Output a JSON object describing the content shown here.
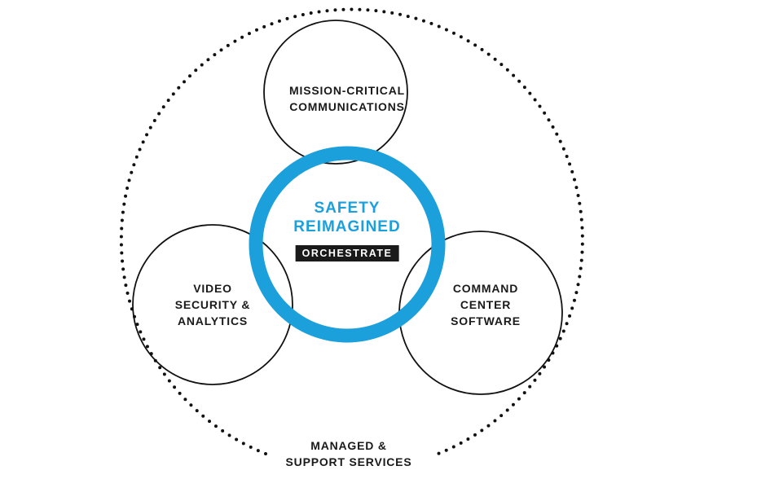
{
  "diagram": {
    "center": {
      "title_line1": "SAFETY",
      "title_line2": "REIMAGINED",
      "tag": "ORCHESTRATE",
      "ring_color": "#1ba0dc"
    },
    "nodes": [
      {
        "id": "mission-critical",
        "lines": [
          "MISSION-CRITICAL",
          "COMMUNICATIONS"
        ]
      },
      {
        "id": "video-security",
        "lines": [
          "VIDEO",
          "SECURITY &",
          "ANALYTICS"
        ]
      },
      {
        "id": "command-center",
        "lines": [
          "COMMAND",
          "CENTER",
          "SOFTWARE"
        ]
      }
    ],
    "outer": {
      "lines": [
        "MANAGED &",
        "SUPPORT SERVICES"
      ],
      "style": "dotted"
    }
  }
}
